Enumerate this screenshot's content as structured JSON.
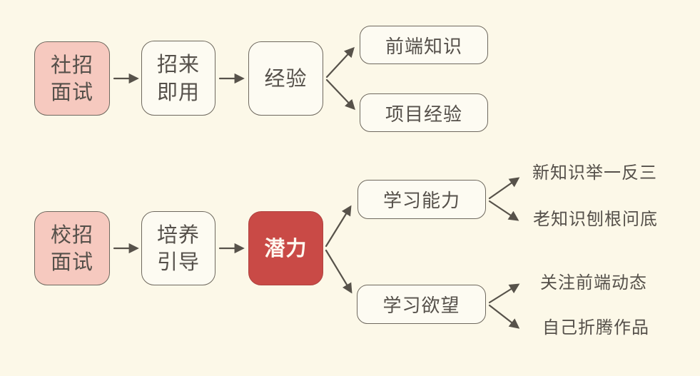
{
  "colors": {
    "background": "#FCF8E8",
    "box_fill": "#FDFBF2",
    "box_border": "#6E685E",
    "pink_fill": "#F6C9BF",
    "red_fill": "#C94A46",
    "text": "#55504A",
    "red_text": "#FEF9F0",
    "arrow": "#57524A"
  },
  "nodes": {
    "social_interview": {
      "label": "社招\n面试"
    },
    "ready_to_use": {
      "label": "招来\n即用"
    },
    "experience": {
      "label": "经验"
    },
    "frontend_knowledge": {
      "label": "前端知识"
    },
    "project_experience": {
      "label": "项目经验"
    },
    "campus_interview": {
      "label": "校招\n面试"
    },
    "cultivate_guide": {
      "label": "培养\n引导"
    },
    "potential": {
      "label": "潜力"
    },
    "learning_ability": {
      "label": "学习能力"
    },
    "learning_desire": {
      "label": "学习欲望"
    }
  },
  "leaves": {
    "new_knowledge": {
      "label": "新知识举一反三"
    },
    "old_knowledge": {
      "label": "老知识刨根问底"
    },
    "follow_frontend": {
      "label": "关注前端动态"
    },
    "tinker_works": {
      "label": "自己折腾作品"
    }
  }
}
